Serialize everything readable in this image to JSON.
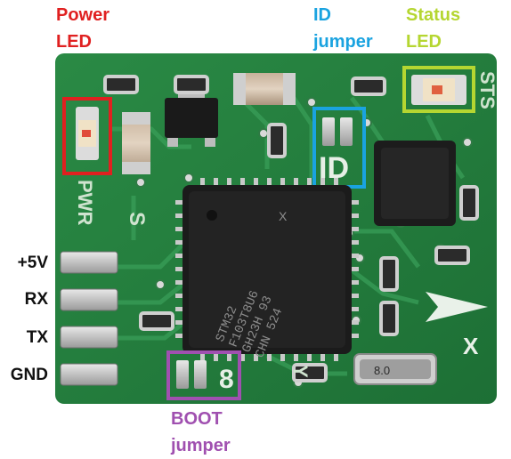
{
  "labels": {
    "power_led": [
      "Power",
      "LED"
    ],
    "id_jumper": [
      "ID",
      "jumper"
    ],
    "status_led": [
      "Status",
      "LED"
    ],
    "boot_jumper": [
      "BOOT",
      "jumper"
    ]
  },
  "pins": [
    "+5V",
    "RX",
    "TX",
    "GND"
  ],
  "silkscreen": {
    "pwr": "PWR",
    "s": "S",
    "sts": "STS",
    "id": "ID",
    "x_mark": "X",
    "x_axis": "X",
    "y_axis": "Y"
  },
  "chip_text": [
    "STM32",
    "F103T8U6",
    "GH23H 93",
    "CHN 524"
  ],
  "crystal_text": "8.0",
  "colors": {
    "power_led": "#e02020",
    "id_jumper": "#1aa3e0",
    "status_led": "#b5d631",
    "boot_jumper": "#a050b0",
    "pcb": "#1f7a3a"
  }
}
